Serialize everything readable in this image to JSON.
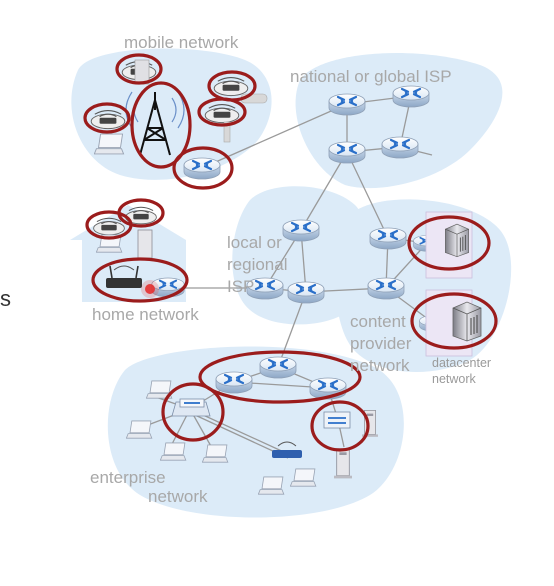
{
  "labels": {
    "mobile_network": "mobile network",
    "national_isp": "national or global ISP",
    "local_regional_isp_line1": "local or",
    "local_regional_isp_line2": "regional",
    "local_regional_isp_line3": "ISP",
    "home_network": "home network",
    "content_provider_line1": "content",
    "content_provider_line2": "provider",
    "content_provider_line3": "network",
    "datacenter_line1": "datacenter",
    "datacenter_line2": "network",
    "enterprise_line1": "enterprise",
    "enterprise_line2": "network",
    "left_edge_fragment": "s"
  },
  "colors": {
    "highlight_ring": "#9b1c1c",
    "network_cloud": "#dcebf8",
    "router_blue": "#2a6fc9",
    "link_gray": "#9a9a9a",
    "label_gray": "#a8a8a8"
  }
}
